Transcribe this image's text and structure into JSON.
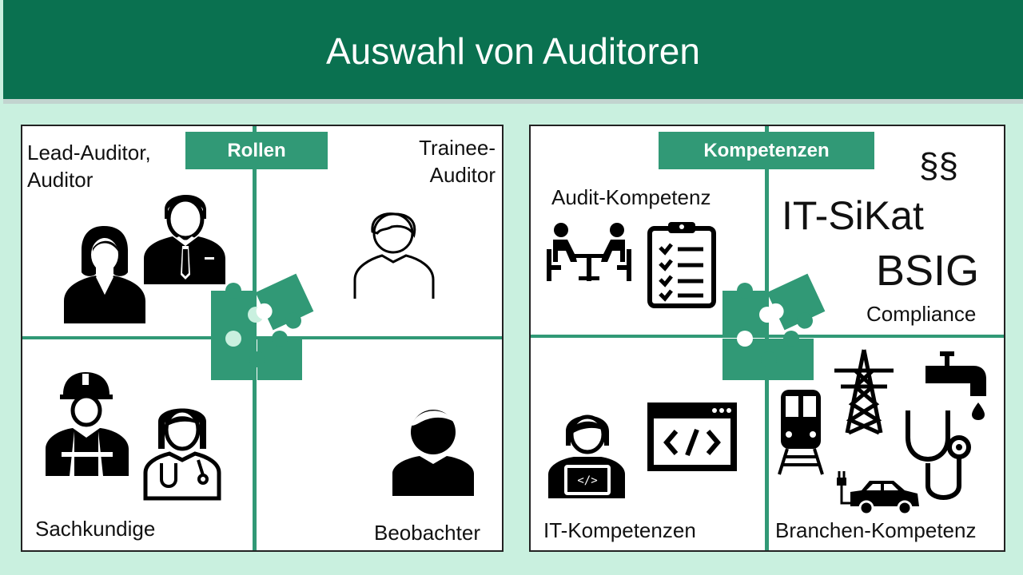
{
  "title": "Auswahl von Auditoren",
  "left": {
    "tag": "Rollen",
    "q1": "Lead-Auditor, Auditor",
    "q2": "Trainee-Auditor",
    "q3": "Sachkundige",
    "q4": "Beobachter"
  },
  "right": {
    "tag": "Kompetenzen",
    "q1": "Audit-Kompetenz",
    "para": "§§",
    "itsikat": "IT-SiKat",
    "bsig": "BSIG",
    "compliance": "Compliance",
    "q3": "IT-Kompetenzen",
    "q4": "Branchen-Kompetenz"
  },
  "colors": {
    "header": "#0a7150",
    "accent": "#319976",
    "background": "#c9f0df"
  }
}
